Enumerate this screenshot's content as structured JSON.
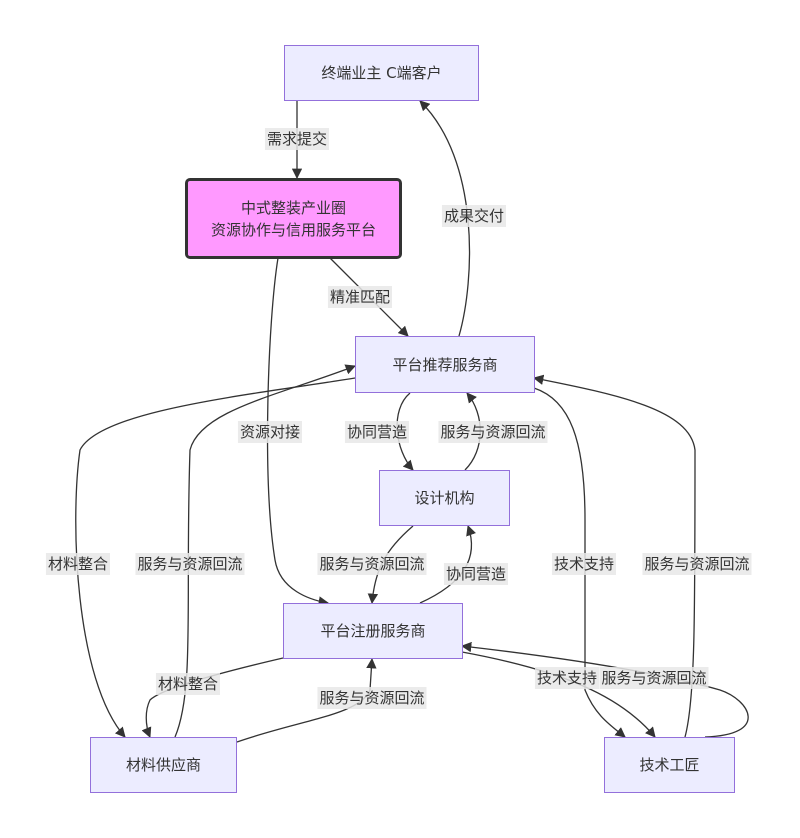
{
  "nodes": {
    "owner": "终端业主 C端客户",
    "platform": "中式整装产业圈\n资源协作与信用服务平台",
    "recommended": "平台推荐服务商",
    "design": "设计机构",
    "registered": "平台注册服务商",
    "supplier": "材料供应商",
    "craftsman": "技术工匠"
  },
  "edges": {
    "owner_to_platform": "需求提交",
    "platform_to_recommended": "精准匹配",
    "recommended_to_owner": "成果交付",
    "platform_to_registered": "资源对接",
    "recommended_to_design": "协同营造",
    "design_to_recommended": "服务与资源回流",
    "recommended_to_supplier": "材料整合",
    "supplier_to_recommended": "服务与资源回流",
    "recommended_to_craftsman": "技术支持",
    "craftsman_to_recommended": "服务与资源回流",
    "design_to_registered": "服务与资源回流",
    "registered_to_design": "协同营造",
    "registered_to_supplier": "材料整合",
    "supplier_to_registered": "服务与资源回流",
    "registered_to_craftsman": "技术支持",
    "craftsman_to_registered": "服务与资源回流"
  },
  "colors": {
    "node_fill": "#ECECFF",
    "node_border": "#9370DB",
    "hub_fill": "#FF99FF",
    "hub_border": "#333333",
    "edge": "#333333",
    "label_bg": "#E8E8E8"
  }
}
